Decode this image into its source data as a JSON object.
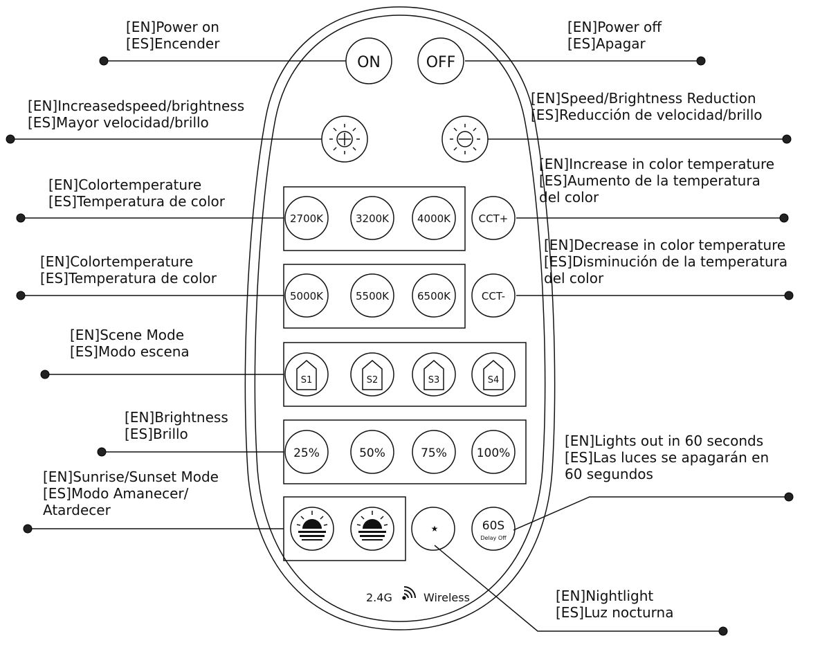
{
  "remote": {
    "buttons": {
      "on": "ON",
      "off": "OFF",
      "cct_2700": "2700K",
      "cct_3200": "3200K",
      "cct_4000": "4000K",
      "cct_plus": "CCT+",
      "cct_5000": "5000K",
      "cct_5500": "5500K",
      "cct_6500": "6500K",
      "cct_minus": "CCT-",
      "scene_1": "S1",
      "scene_2": "S2",
      "scene_3": "S3",
      "scene_4": "S4",
      "bright_25": "25%",
      "bright_50": "50%",
      "bright_75": "75%",
      "bright_100": "100%",
      "delay_main": "60S",
      "delay_sub": "Delay Off"
    },
    "wireless_freq": "2.4G",
    "wireless_label": "Wireless"
  },
  "callouts": {
    "power_on": [
      "[EN]Power on",
      "[ES]Encender"
    ],
    "power_off": [
      "[EN]Power off",
      "[ES]Apagar"
    ],
    "increase": [
      "[EN]Increasedspeed/brightness",
      "[ES]Mayor velocidad/brillo"
    ],
    "reduce": [
      "[EN]Speed/Brightness Reduction",
      "[ES]Reducción de velocidad/brillo"
    ],
    "color_temp_1": [
      "[EN]Colortemperature",
      "[ES]Temperatura de color"
    ],
    "cct_increase": [
      "[EN]Increase in color temperature",
      "[ES]Aumento de la temperatura",
      "del color"
    ],
    "color_temp_2": [
      "[EN]Colortemperature",
      "[ES]Temperatura de color"
    ],
    "cct_decrease": [
      "[EN]Decrease in color temperature",
      "[ES]Disminución de la temperatura",
      "del color"
    ],
    "scene": [
      "[EN]Scene Mode",
      "[ES]Modo escena"
    ],
    "brightness": [
      "[EN]Brightness",
      "[ES]Brillo"
    ],
    "lights_out": [
      "[EN]Lights out in 60 seconds",
      "[ES]Las luces se apagarán en",
      "60 segundos"
    ],
    "sunrise": [
      "[EN]Sunrise/Sunset Mode",
      "[ES]Modo Amanecer/",
      "Atardecer"
    ],
    "nightlight": [
      "[EN]Nightlight",
      "[ES]Luz nocturna"
    ]
  },
  "icons": [
    "sun-plus-icon",
    "sun-minus-icon",
    "house-icon",
    "sunrise-icon",
    "sunset-icon",
    "moon-star-icon",
    "wifi-signal-icon"
  ]
}
